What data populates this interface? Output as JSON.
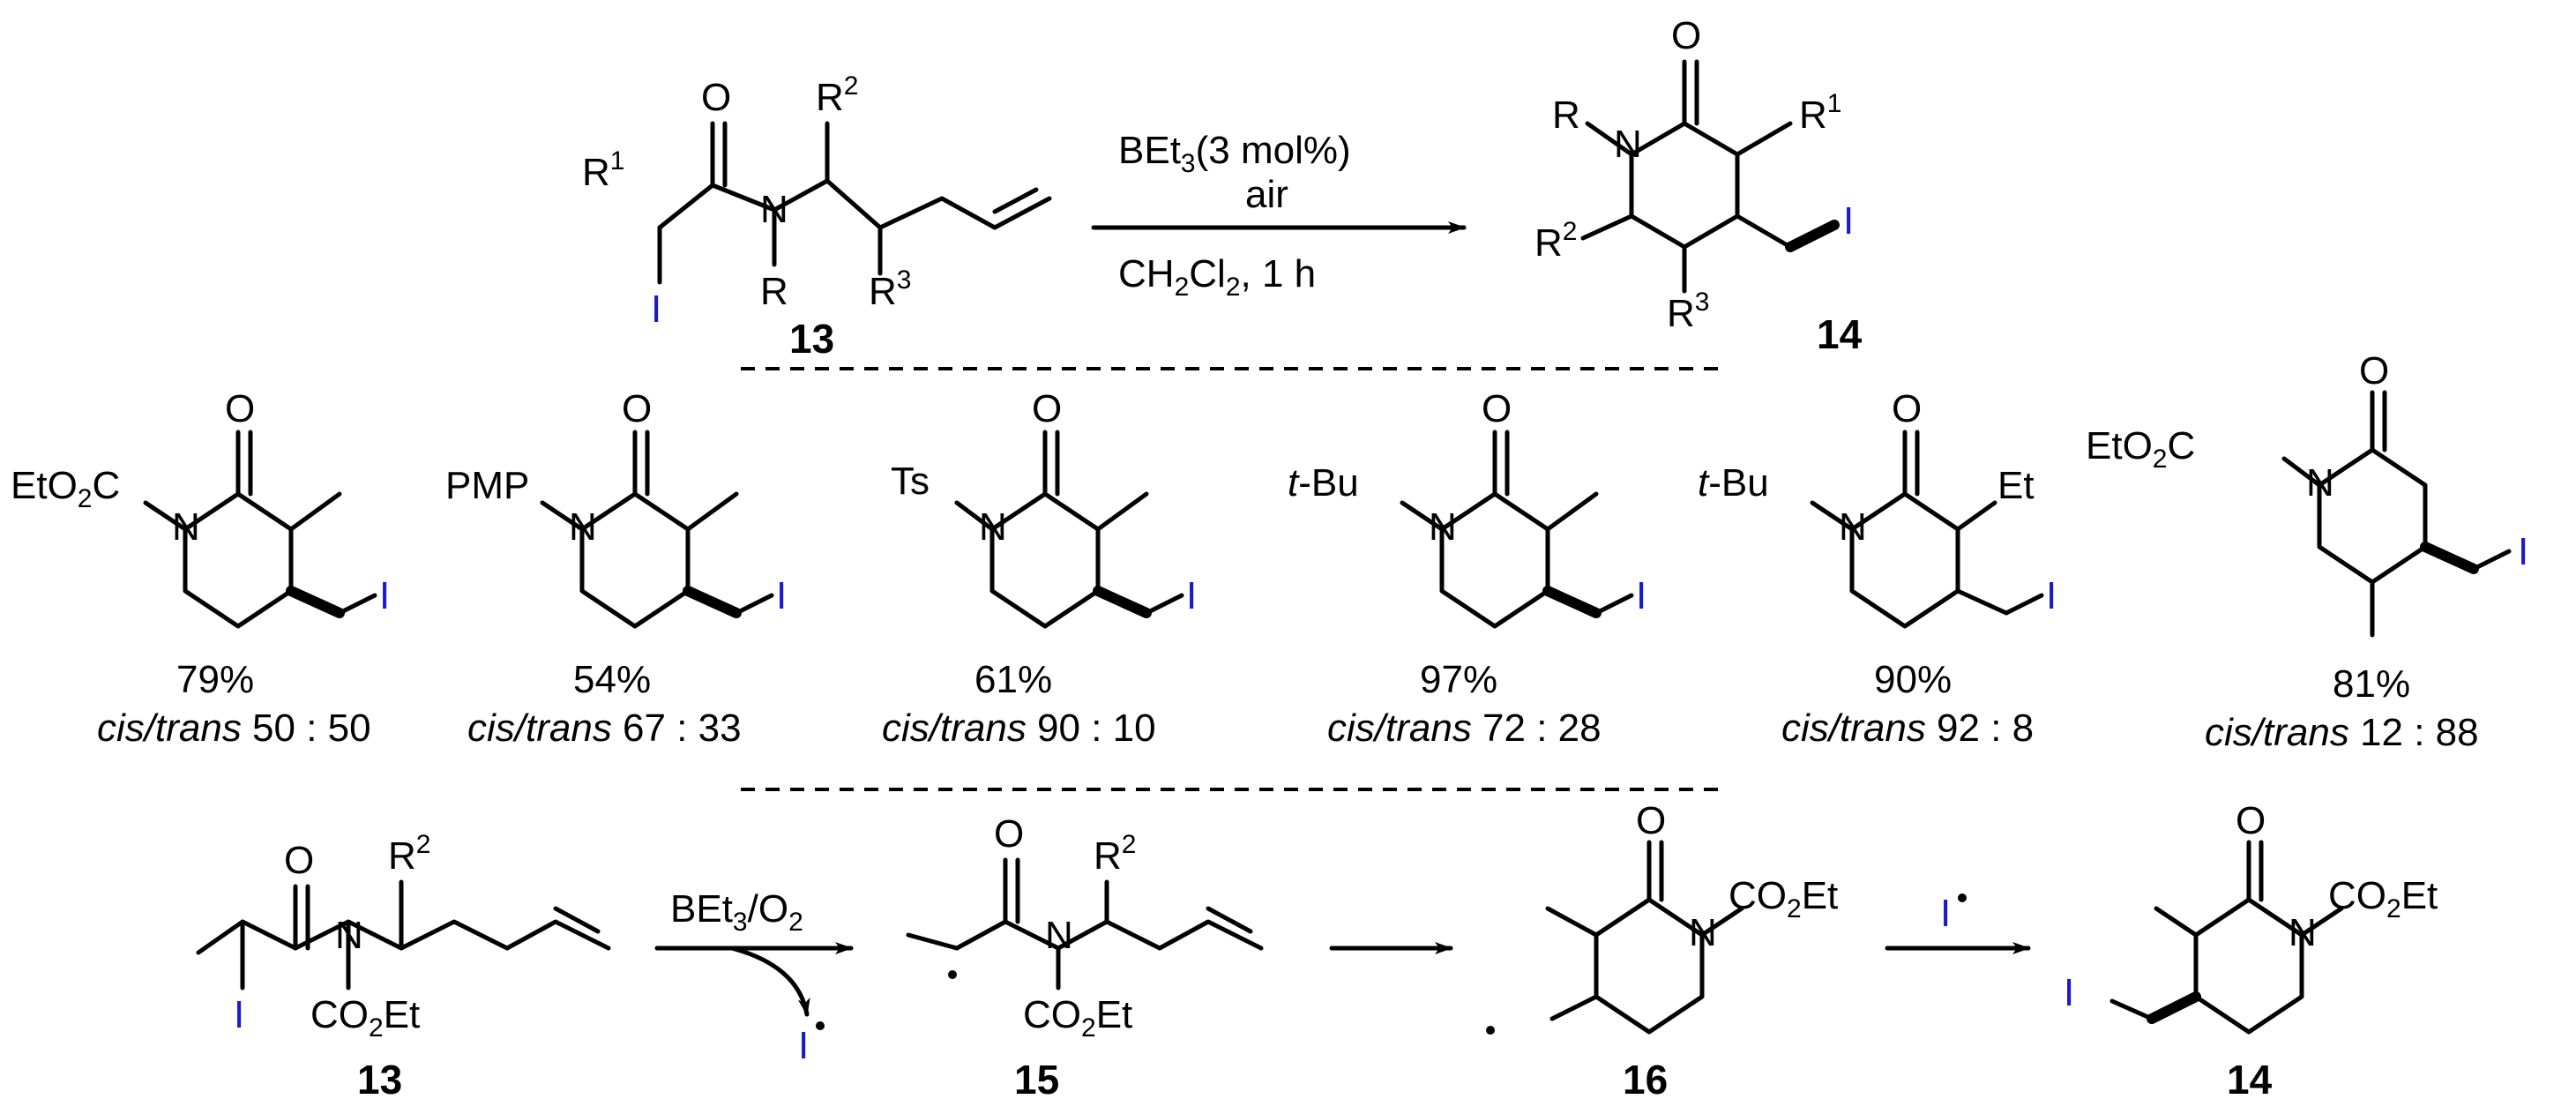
{
  "reaction": {
    "reagent": "BEt",
    "reagent_sub": "3",
    "reagent_loading": "(3 mol%)",
    "atmosphere": "air",
    "solvent_a": "CH",
    "solvent_sub1": "2",
    "solvent_b": "Cl",
    "solvent_sub2": "2",
    "time": ", 1 h"
  },
  "compounds": {
    "sm": "13",
    "product": "14",
    "radical_a": "15",
    "radical_b": "16"
  },
  "groups": {
    "R": "R",
    "R1": "R",
    "R1_sup": "1",
    "R2": "R",
    "R2_sup": "2",
    "R3": "R",
    "R3_sup": "3",
    "N": "N",
    "O": "O",
    "I": "I",
    "etoc_a": "EtO",
    "etoc_sub": "2",
    "etoc_b": "C",
    "pmp": "PMP",
    "ts": "Ts",
    "tbu_t": "t",
    "tbu_b": "-Bu",
    "et": "Et",
    "co2et_a": "CO",
    "co2et_sub": "2",
    "co2et_b": "Et"
  },
  "examples": [
    {
      "yield": "79%",
      "dr_label": "cis/trans",
      "dr": " 50 : 50"
    },
    {
      "yield": "54%",
      "dr_label": "cis/trans",
      "dr": " 67 : 33"
    },
    {
      "yield": "61%",
      "dr_label": "cis/trans",
      "dr": " 90 : 10"
    },
    {
      "yield": "97%",
      "dr_label": "cis/trans",
      "dr": " 72 : 28"
    },
    {
      "yield": "90%",
      "dr_label": "cis/trans",
      "dr": " 92 : 8"
    },
    {
      "yield": "81%",
      "dr_label": "cis/trans",
      "dr": " 12 : 88"
    }
  ],
  "mechanism": {
    "initiator_a": "BEt",
    "initiator_sub": "3",
    "initiator_b": "/O",
    "initiator_sub2": "2",
    "iodine_radical": "I"
  },
  "colors": {
    "iodine": "#1a1acc",
    "ink": "#000000"
  }
}
